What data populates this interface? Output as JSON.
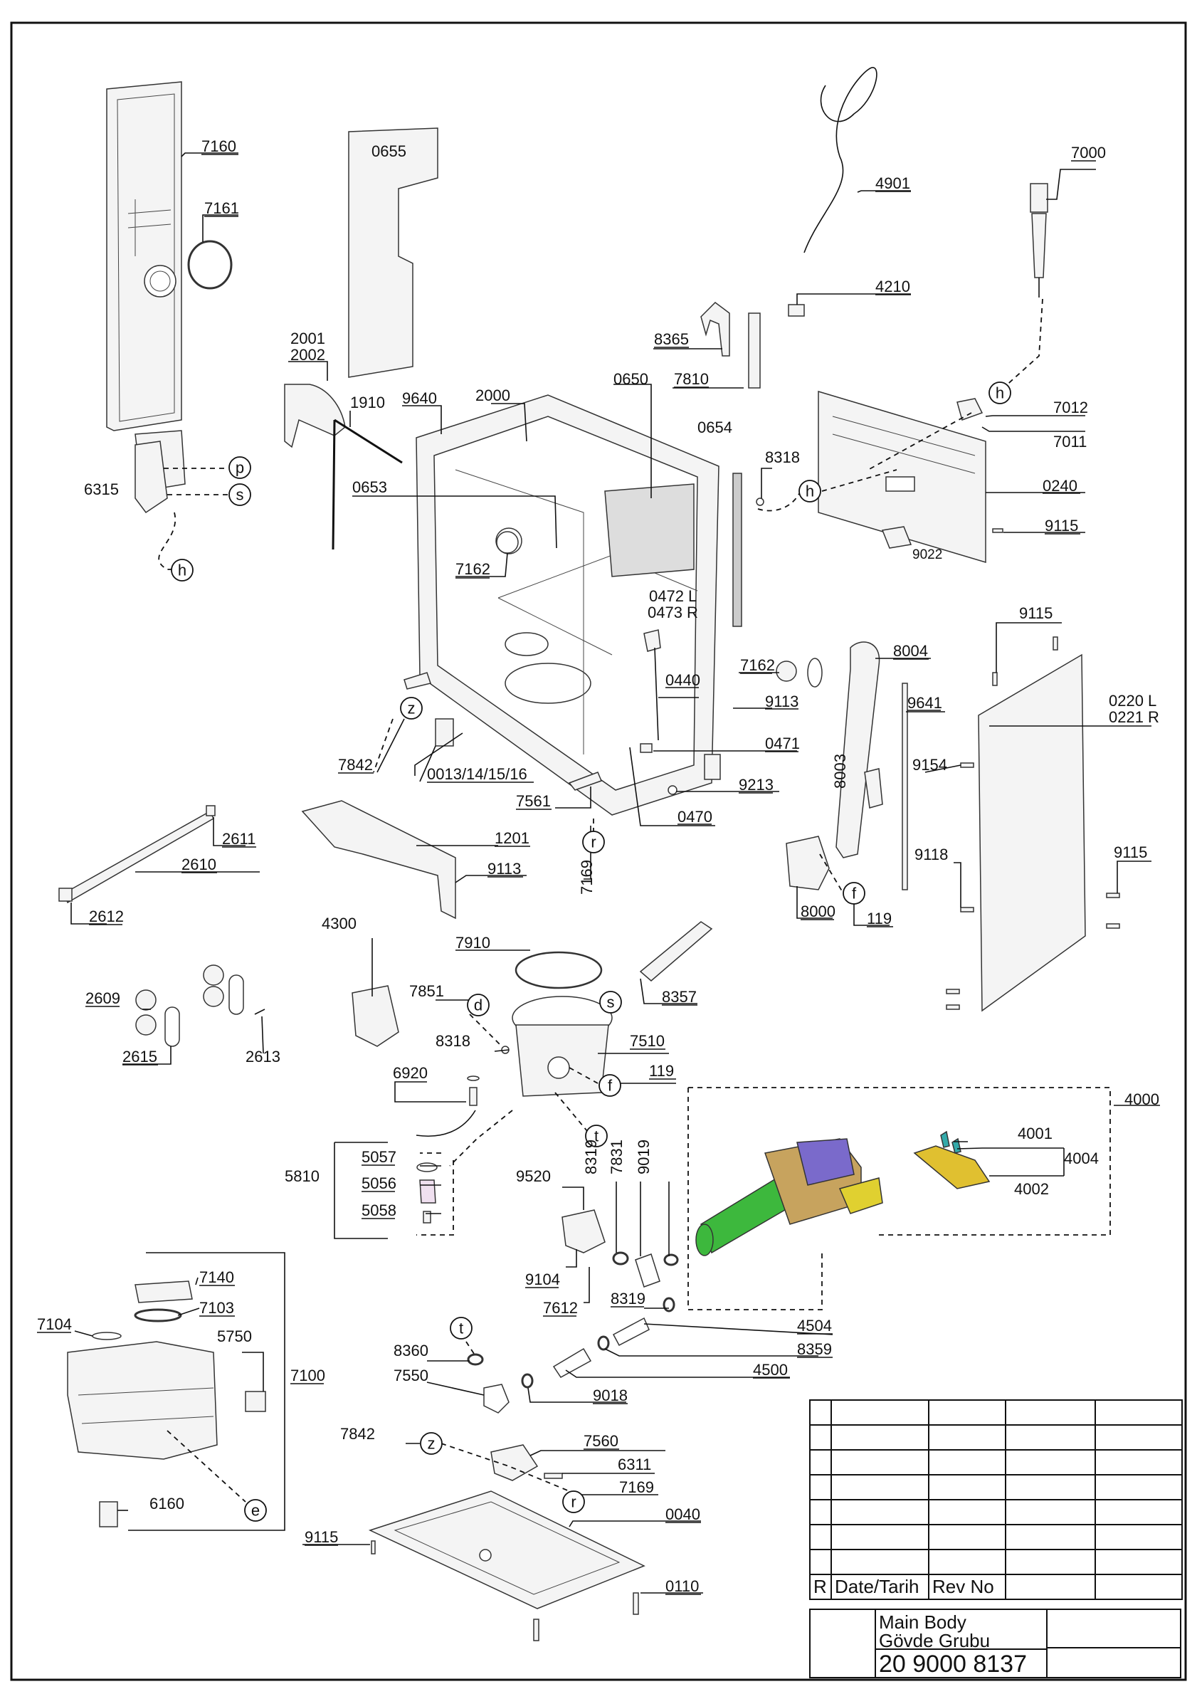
{
  "callouts": {
    "c7160": "7160",
    "c7161": "7161",
    "c0655": "0655",
    "c4901": "4901",
    "c7000": "7000",
    "c4210": "4210",
    "c8365": "8365",
    "c2001": "2001",
    "c2002": "2002",
    "c7810": "7810",
    "c0650": "0650",
    "c0654": "0654",
    "c1910": "1910",
    "c9640": "9640",
    "c2000": "2000",
    "c7012": "7012",
    "c7011": "7011",
    "c8318a": "8318",
    "c0240": "0240",
    "c6315": "6315",
    "c0653": "0653",
    "c9115a": "9115",
    "c9022": "9022",
    "c7162a": "7162",
    "c0472": "0472 L",
    "c0473": "0473 R",
    "c9115b": "9115",
    "c8004": "8004",
    "c7162b": "7162",
    "c0440": "0440",
    "c9113a": "9113",
    "c9641": "9641",
    "c0220": "0220 L",
    "c0221": "0221 R",
    "c7842a": "7842",
    "c0013": "0013/14/15/16",
    "c0471": "0471",
    "c9154": "9154",
    "c8003": "8003",
    "c7561": "7561",
    "c9213": "9213",
    "c0470": "0470",
    "c2611": "2611",
    "c1201": "1201",
    "c2610": "2610",
    "c9113b": "9113",
    "c7169a": "7169",
    "c9118": "9118",
    "c9115c": "9115",
    "c2612": "2612",
    "c8000": "8000",
    "c119a": "119",
    "c4300": "4300",
    "c7910": "7910",
    "c7851": "7851",
    "c8357": "8357",
    "c2609": "2609",
    "c8318b": "8318",
    "c7510": "7510",
    "c2615": "2615",
    "c2613": "2613",
    "c6920": "6920",
    "c119b": "119",
    "c4000": "4000",
    "c4001": "4001",
    "c4004": "4004",
    "c4002": "4002",
    "c5057": "5057",
    "c5810": "5810",
    "c5056": "5056",
    "c5058": "5058",
    "c9520": "9520",
    "c8319a": "8319",
    "c7831": "7831",
    "c9019": "9019",
    "c7140": "7140",
    "c9104": "9104",
    "c7103": "7103",
    "c8319b": "8319",
    "c7104": "7104",
    "c7612": "7612",
    "c5750": "5750",
    "c4504": "4504",
    "c8360": "8360",
    "c8359": "8359",
    "c7100": "7100",
    "c7550": "7550",
    "c4500": "4500",
    "c9018": "9018",
    "c7842b": "7842",
    "c7560": "7560",
    "c6311": "6311",
    "c7169b": "7169",
    "c6160": "6160",
    "c0040": "0040",
    "c9115d": "9115",
    "c0110": "0110"
  },
  "connectors": {
    "p": "p",
    "s": "s",
    "h": "h",
    "z": "z",
    "r": "r",
    "f": "f",
    "d": "d",
    "t": "t",
    "e": "e"
  },
  "title_block": {
    "rev_label": "R",
    "date_label": "Date/Tarih",
    "revno_label": "Rev No",
    "name_line1": "Main Body",
    "name_line2": "Gövde Grubu",
    "code": "20 9000 8137"
  }
}
